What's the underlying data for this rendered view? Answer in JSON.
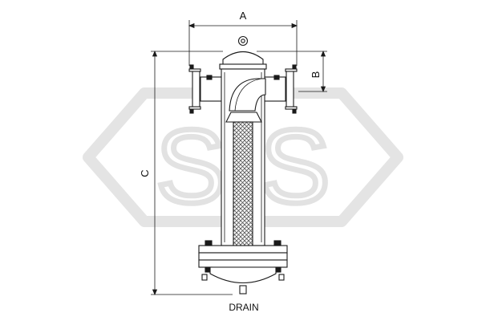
{
  "dimensions": {
    "a": "A",
    "b": "B",
    "c": "C"
  },
  "outlet_label": "DRAIN",
  "watermark": {
    "text": "S-S"
  },
  "colors": {
    "line": "#1a1a1a",
    "watermark": "#e4e4e4",
    "mesh": "#555555"
  }
}
